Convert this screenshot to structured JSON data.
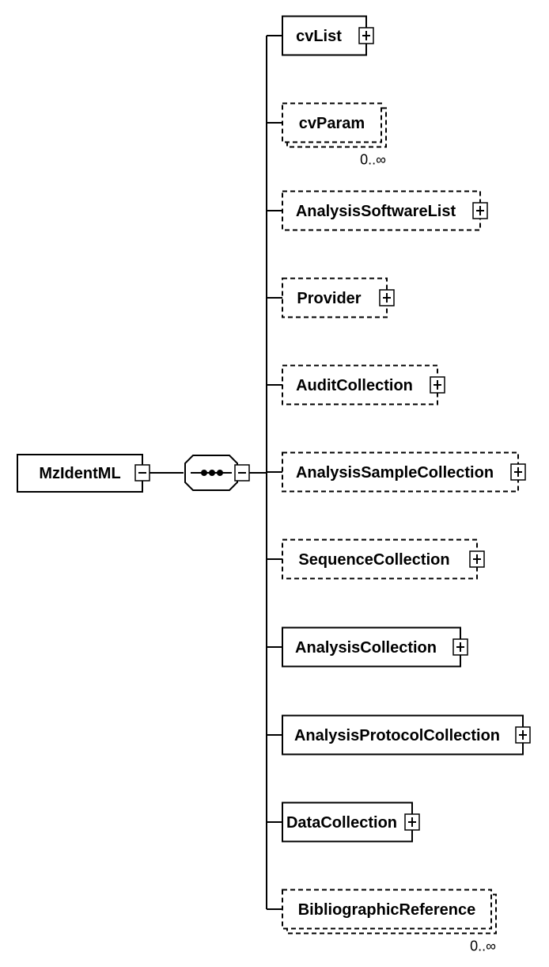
{
  "root": {
    "label": "MzIdentML",
    "toggle": "minus-toggle"
  },
  "sequence": {
    "icon": "sequence-compositor-icon",
    "toggle": "minus-toggle"
  },
  "elements": [
    {
      "label": "cvList",
      "optional": false,
      "multiple": false,
      "expandable": true,
      "occurrence": ""
    },
    {
      "label": "cvParam",
      "optional": true,
      "multiple": true,
      "expandable": false,
      "occurrence": "0..∞"
    },
    {
      "label": "AnalysisSoftwareList",
      "optional": true,
      "multiple": false,
      "expandable": true,
      "occurrence": ""
    },
    {
      "label": "Provider",
      "optional": true,
      "multiple": false,
      "expandable": true,
      "occurrence": ""
    },
    {
      "label": "AuditCollection",
      "optional": true,
      "multiple": false,
      "expandable": true,
      "occurrence": ""
    },
    {
      "label": "AnalysisSampleCollection",
      "optional": true,
      "multiple": false,
      "expandable": true,
      "occurrence": ""
    },
    {
      "label": "SequenceCollection",
      "optional": true,
      "multiple": false,
      "expandable": true,
      "occurrence": ""
    },
    {
      "label": "AnalysisCollection",
      "optional": false,
      "multiple": false,
      "expandable": true,
      "occurrence": ""
    },
    {
      "label": "AnalysisProtocolCollection",
      "optional": false,
      "multiple": false,
      "expandable": true,
      "occurrence": ""
    },
    {
      "label": "DataCollection",
      "optional": false,
      "multiple": false,
      "expandable": true,
      "occurrence": ""
    },
    {
      "label": "BibliographicReference",
      "optional": true,
      "multiple": true,
      "expandable": false,
      "occurrence": "0..∞"
    }
  ]
}
